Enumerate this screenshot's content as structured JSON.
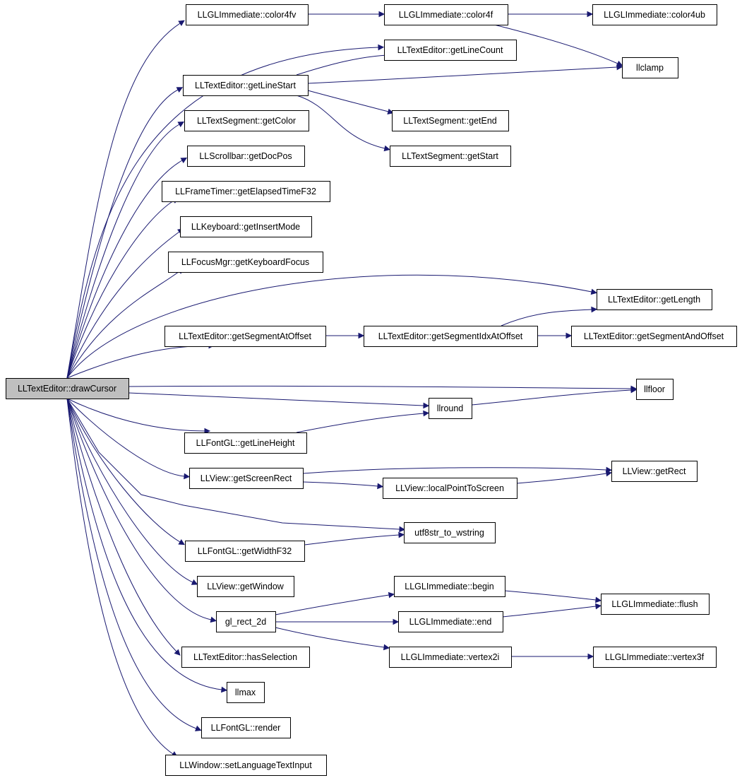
{
  "diagram": {
    "type": "call-graph",
    "root": "drawCursor",
    "nodes": [
      {
        "id": "drawCursor",
        "label": "LLTextEditor::drawCursor"
      },
      {
        "id": "color4fv",
        "label": "LLGLImmediate::color4fv"
      },
      {
        "id": "color4f",
        "label": "LLGLImmediate::color4f"
      },
      {
        "id": "color4ub",
        "label": "LLGLImmediate::color4ub"
      },
      {
        "id": "getLineCount",
        "label": "LLTextEditor::getLineCount"
      },
      {
        "id": "llclamp",
        "label": "llclamp"
      },
      {
        "id": "getLineStart",
        "label": "LLTextEditor::getLineStart"
      },
      {
        "id": "getEnd",
        "label": "LLTextSegment::getEnd"
      },
      {
        "id": "getStart",
        "label": "LLTextSegment::getStart"
      },
      {
        "id": "getColor",
        "label": "LLTextSegment::getColor"
      },
      {
        "id": "getDocPos",
        "label": "LLScrollbar::getDocPos"
      },
      {
        "id": "getElapsedTimeF32",
        "label": "LLFrameTimer::getElapsedTimeF32"
      },
      {
        "id": "getInsertMode",
        "label": "LLKeyboard::getInsertMode"
      },
      {
        "id": "getKeyboardFocus",
        "label": "LLFocusMgr::getKeyboardFocus"
      },
      {
        "id": "getLength",
        "label": "LLTextEditor::getLength"
      },
      {
        "id": "getSegmentAtOffset",
        "label": "LLTextEditor::getSegmentAtOffset"
      },
      {
        "id": "getSegmentIdxAtOffset",
        "label": "LLTextEditor::getSegmentIdxAtOffset"
      },
      {
        "id": "getSegmentAndOffset",
        "label": "LLTextEditor::getSegmentAndOffset"
      },
      {
        "id": "llfloor",
        "label": "llfloor"
      },
      {
        "id": "llround",
        "label": "llround"
      },
      {
        "id": "getLineHeight",
        "label": "LLFontGL::getLineHeight"
      },
      {
        "id": "getRect",
        "label": "LLView::getRect"
      },
      {
        "id": "getScreenRect",
        "label": "LLView::getScreenRect"
      },
      {
        "id": "localPointToScreen",
        "label": "LLView::localPointToScreen"
      },
      {
        "id": "utf8str_to_wstring",
        "label": "utf8str_to_wstring"
      },
      {
        "id": "getWidthF32",
        "label": "LLFontGL::getWidthF32"
      },
      {
        "id": "getWindow",
        "label": "LLView::getWindow"
      },
      {
        "id": "begin",
        "label": "LLGLImmediate::begin"
      },
      {
        "id": "flush",
        "label": "LLGLImmediate::flush"
      },
      {
        "id": "gl_rect_2d",
        "label": "gl_rect_2d"
      },
      {
        "id": "end",
        "label": "LLGLImmediate::end"
      },
      {
        "id": "hasSelection",
        "label": "LLTextEditor::hasSelection"
      },
      {
        "id": "vertex2i",
        "label": "LLGLImmediate::vertex2i"
      },
      {
        "id": "vertex3f",
        "label": "LLGLImmediate::vertex3f"
      },
      {
        "id": "llmax",
        "label": "llmax"
      },
      {
        "id": "render",
        "label": "LLFontGL::render"
      },
      {
        "id": "setLanguageTextInput",
        "label": "LLWindow::setLanguageTextInput"
      }
    ],
    "edges": [
      {
        "from": "drawCursor",
        "to": "color4fv"
      },
      {
        "from": "drawCursor",
        "to": "getLineCount"
      },
      {
        "from": "drawCursor",
        "to": "getLineStart"
      },
      {
        "from": "drawCursor",
        "to": "getColor"
      },
      {
        "from": "drawCursor",
        "to": "getDocPos"
      },
      {
        "from": "drawCursor",
        "to": "getElapsedTimeF32"
      },
      {
        "from": "drawCursor",
        "to": "getInsertMode"
      },
      {
        "from": "drawCursor",
        "to": "getKeyboardFocus"
      },
      {
        "from": "drawCursor",
        "to": "getLength"
      },
      {
        "from": "drawCursor",
        "to": "getSegmentAtOffset"
      },
      {
        "from": "drawCursor",
        "to": "llfloor"
      },
      {
        "from": "drawCursor",
        "to": "llround"
      },
      {
        "from": "drawCursor",
        "to": "getLineHeight"
      },
      {
        "from": "drawCursor",
        "to": "getScreenRect"
      },
      {
        "from": "drawCursor",
        "to": "utf8str_to_wstring"
      },
      {
        "from": "drawCursor",
        "to": "getWidthF32"
      },
      {
        "from": "drawCursor",
        "to": "getWindow"
      },
      {
        "from": "drawCursor",
        "to": "gl_rect_2d"
      },
      {
        "from": "drawCursor",
        "to": "hasSelection"
      },
      {
        "from": "drawCursor",
        "to": "llmax"
      },
      {
        "from": "drawCursor",
        "to": "render"
      },
      {
        "from": "drawCursor",
        "to": "setLanguageTextInput"
      },
      {
        "from": "color4fv",
        "to": "color4f"
      },
      {
        "from": "color4f",
        "to": "color4ub"
      },
      {
        "from": "color4f",
        "to": "llclamp"
      },
      {
        "from": "getLineStart",
        "to": "getLineCount"
      },
      {
        "from": "getLineStart",
        "to": "llclamp"
      },
      {
        "from": "getLineStart",
        "to": "getEnd"
      },
      {
        "from": "getLineStart",
        "to": "getStart"
      },
      {
        "from": "getSegmentAtOffset",
        "to": "getSegmentIdxAtOffset"
      },
      {
        "from": "getSegmentIdxAtOffset",
        "to": "getLength"
      },
      {
        "from": "getSegmentIdxAtOffset",
        "to": "getSegmentAndOffset"
      },
      {
        "from": "llround",
        "to": "llfloor"
      },
      {
        "from": "getLineHeight",
        "to": "llround"
      },
      {
        "from": "getScreenRect",
        "to": "getRect"
      },
      {
        "from": "getScreenRect",
        "to": "localPointToScreen"
      },
      {
        "from": "localPointToScreen",
        "to": "getRect"
      },
      {
        "from": "getWidthF32",
        "to": "utf8str_to_wstring"
      },
      {
        "from": "gl_rect_2d",
        "to": "begin"
      },
      {
        "from": "gl_rect_2d",
        "to": "end"
      },
      {
        "from": "gl_rect_2d",
        "to": "vertex2i"
      },
      {
        "from": "begin",
        "to": "flush"
      },
      {
        "from": "end",
        "to": "flush"
      },
      {
        "from": "vertex2i",
        "to": "vertex3f"
      }
    ]
  }
}
